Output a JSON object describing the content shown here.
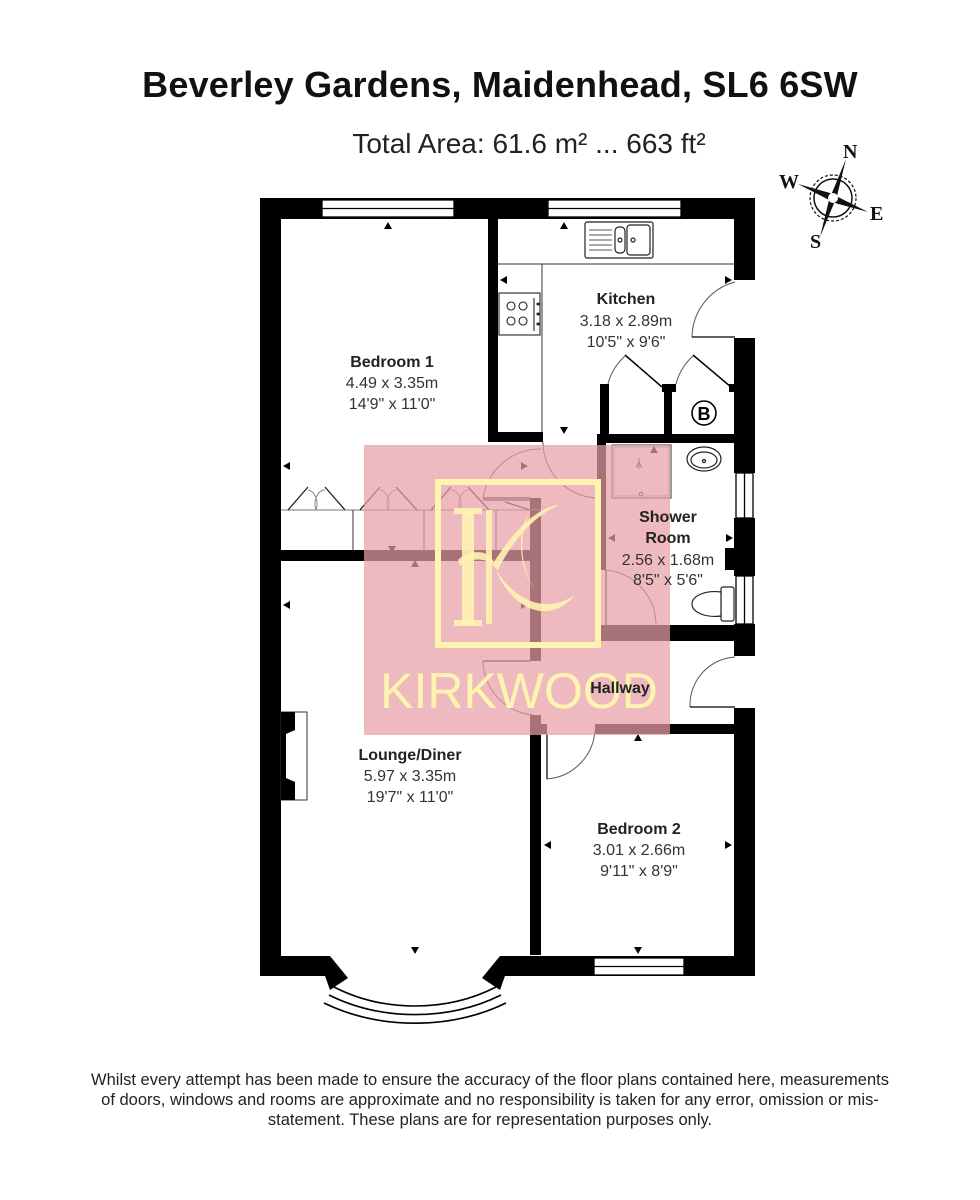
{
  "header": {
    "title": "Beverley Gardens, Maidenhead, SL6 6SW",
    "total_area": "Total Area: 61.6 m² ... 663 ft²"
  },
  "compass": {
    "north": "N",
    "south": "S",
    "east": "E",
    "west": "W"
  },
  "rooms": {
    "bedroom1": {
      "name": "Bedroom 1",
      "metric": "4.49 x 3.35m",
      "imperial": "14'9\" x 11'0\""
    },
    "kitchen": {
      "name": "Kitchen",
      "metric": "3.18 x 2.89m",
      "imperial": "10'5\" x 9'6\""
    },
    "shower_room": {
      "name_line1": "Shower",
      "name_line2": "Room",
      "metric": "2.56 x 1.68m",
      "imperial": "8'5\" x 5'6\""
    },
    "hallway": {
      "name": "Hallway"
    },
    "lounge": {
      "name": "Lounge/Diner",
      "metric": "5.97 x 3.35m",
      "imperial": "19'7\" x 11'0\""
    },
    "bedroom2": {
      "name": "Bedroom 2",
      "metric": "3.01 x 2.66m",
      "imperial": "9'11\" x 8'9\""
    }
  },
  "symbols": {
    "boiler": "B"
  },
  "watermark": {
    "brand": "KIRKWOOD",
    "overlay_color": "#e8a0a6",
    "text_color": "#fff3b0"
  },
  "footer": {
    "disclaimer": "Whilst every attempt has been made to ensure the accuracy of the floor plans contained here, measurements of doors, windows and rooms are approximate and no responsibility is taken for any error, omission or mis-statement. These plans are for representation purposes only."
  }
}
